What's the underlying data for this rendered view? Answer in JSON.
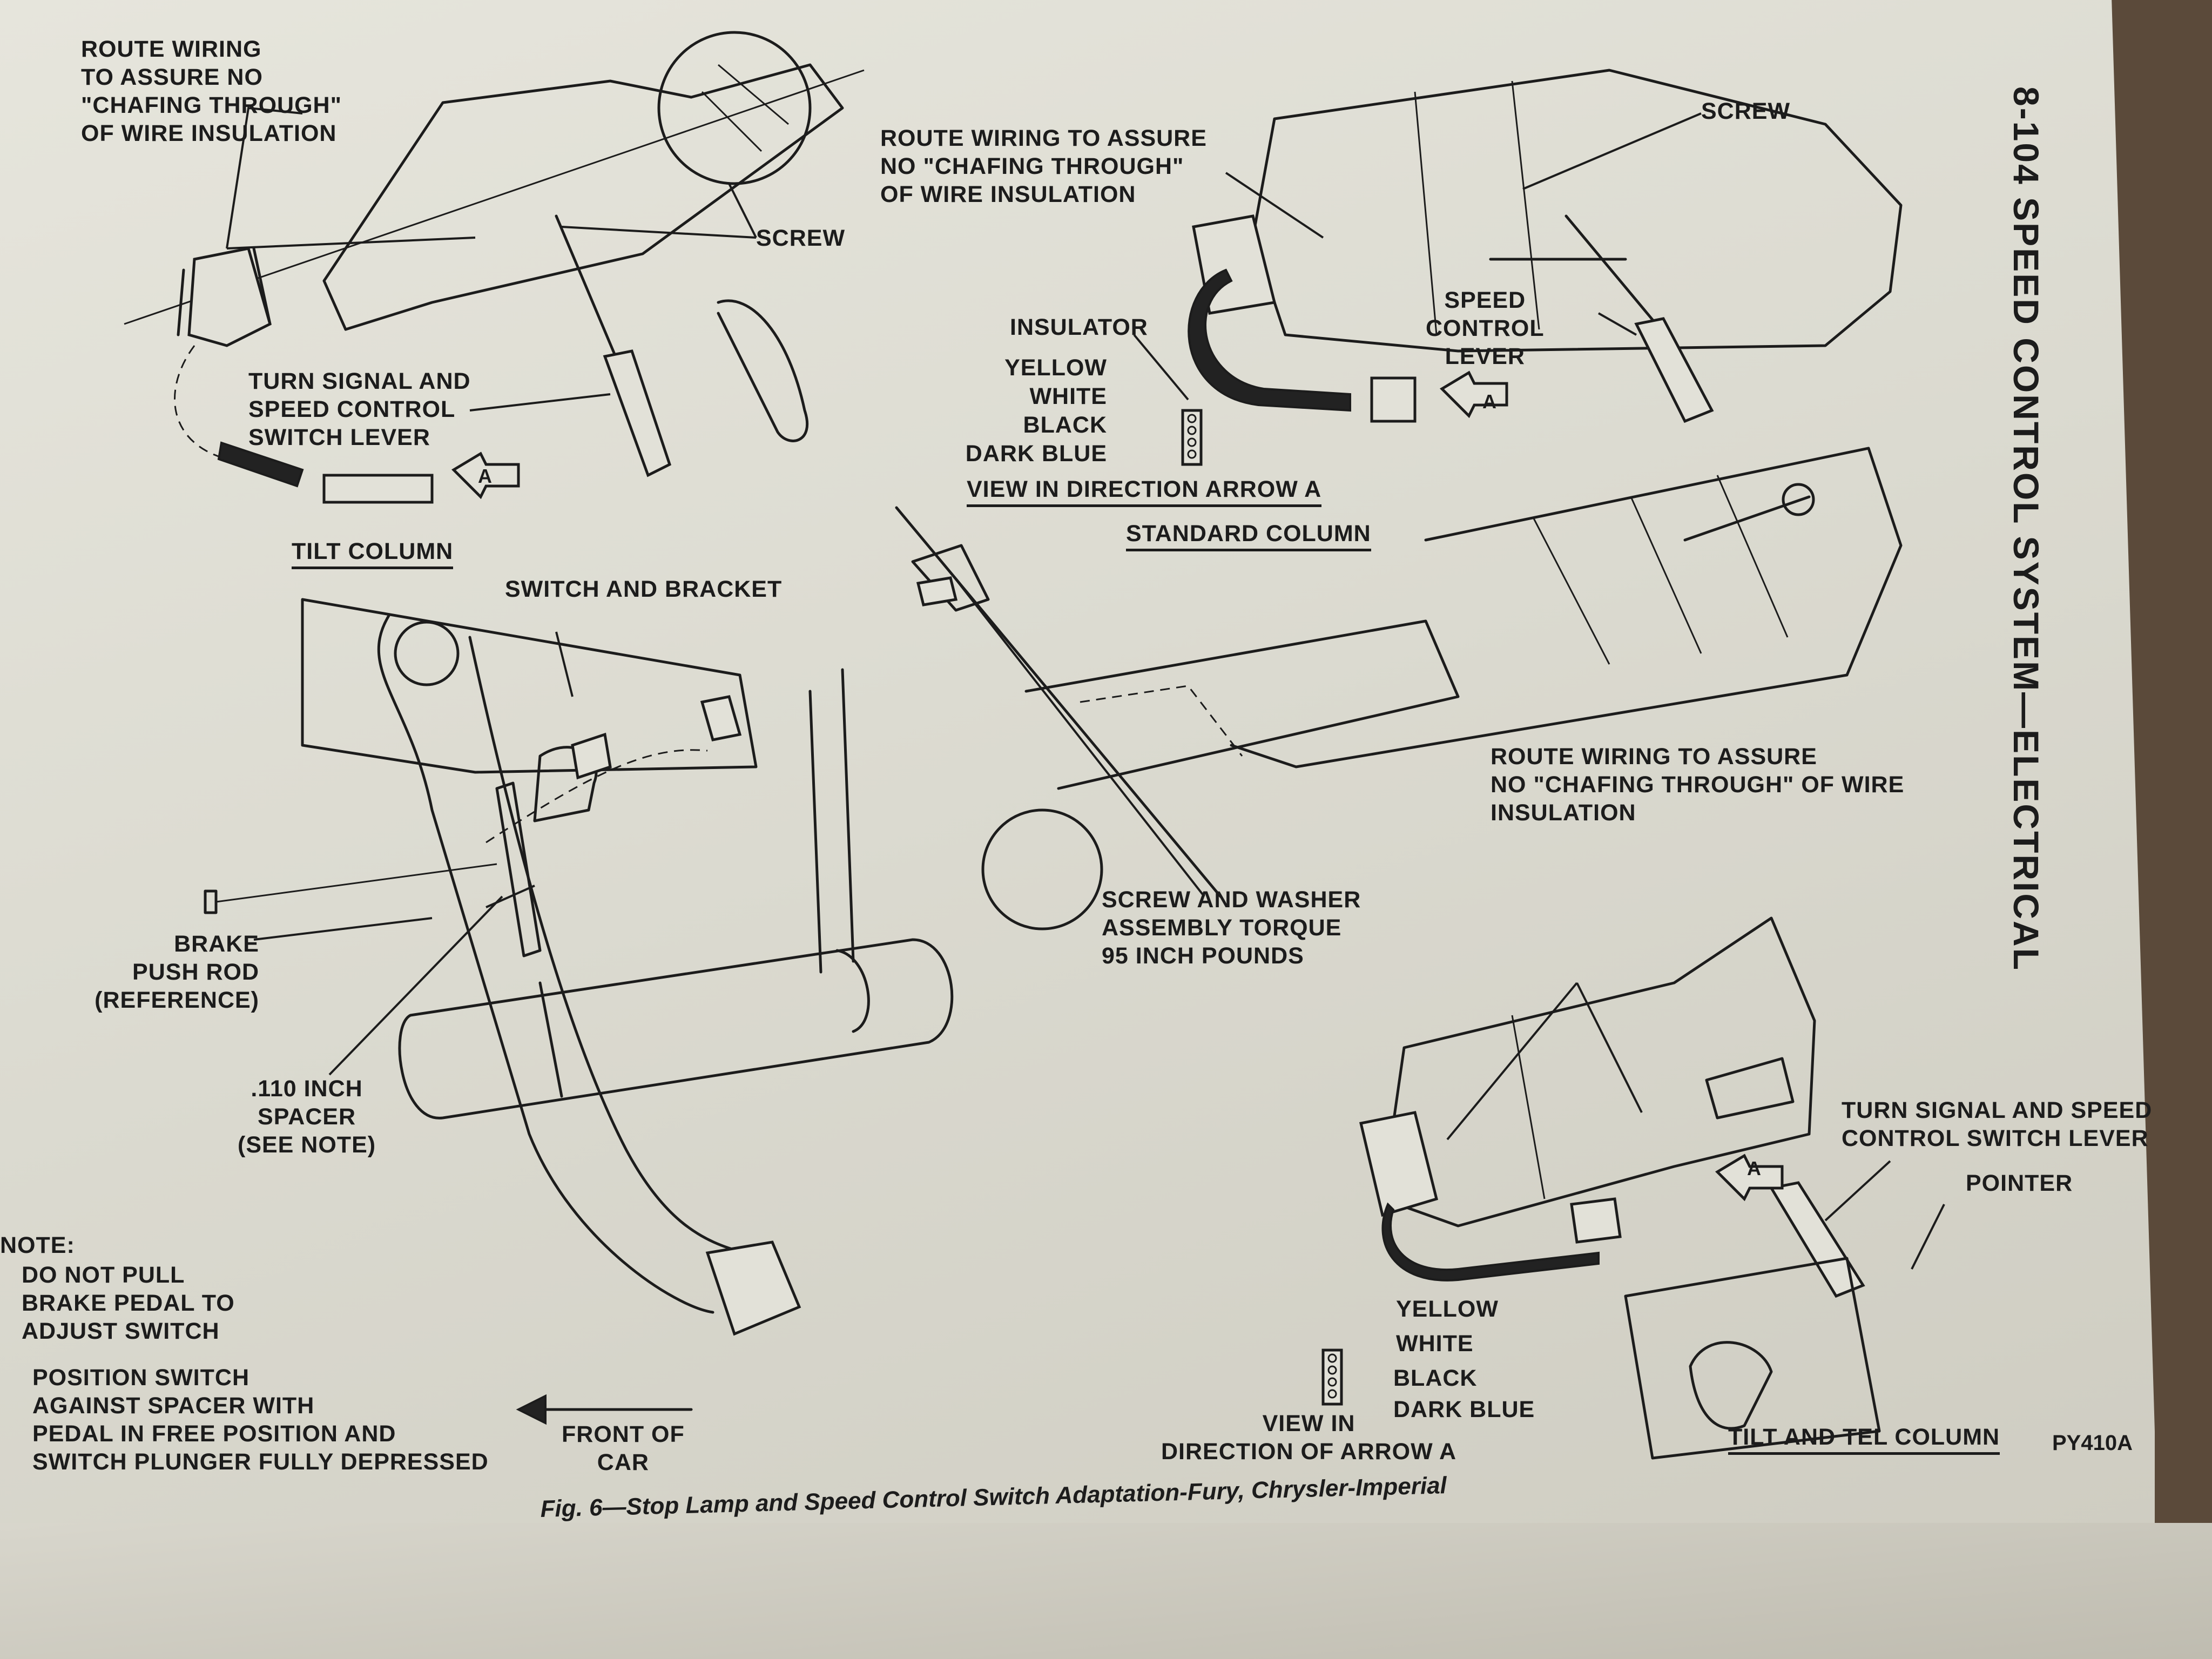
{
  "header": {
    "page_title": "8-104 SPEED CONTROL SYSTEM—ELECTRICAL"
  },
  "figure": {
    "caption": "Fig. 6—Stop Lamp and Speed Control Switch Adaptation-Fury, Chrysler-Imperial",
    "code": "PY410A"
  },
  "tilt_column": {
    "heading": "TILT COLUMN",
    "route_wiring": "ROUTE WIRING\nTO ASSURE NO\n\"CHAFING THROUGH\"\nOF WIRE INSULATION",
    "screw": "SCREW",
    "lever": "TURN SIGNAL AND\nSPEED CONTROL\nSWITCH LEVER",
    "arrow": "A"
  },
  "standard_column": {
    "heading": "STANDARD COLUMN",
    "route_wiring": "ROUTE WIRING TO ASSURE\nNO \"CHAFING THROUGH\"\nOF WIRE INSULATION",
    "screw": "SCREW",
    "lever": "SPEED\nCONTROL\nLEVER",
    "insulator": "INSULATOR",
    "wires": [
      "YELLOW",
      "WHITE",
      "BLACK",
      "DARK BLUE"
    ],
    "view": "VIEW IN DIRECTION ARROW A",
    "arrow": "A"
  },
  "pedal": {
    "switch_bracket": "SWITCH AND BRACKET",
    "brake_rod": "BRAKE\nPUSH ROD\n(REFERENCE)",
    "spacer": ".110 INCH\nSPACER\n(SEE NOTE)",
    "screw_washer": "SCREW AND WASHER\nASSEMBLY TORQUE\n95 INCH POUNDS"
  },
  "note": {
    "title": "NOTE:",
    "line1": "DO NOT PULL\nBRAKE PEDAL TO\nADJUST SWITCH",
    "line2": "POSITION SWITCH\nAGAINST SPACER WITH\nPEDAL IN FREE POSITION AND\nSWITCH PLUNGER FULLY DEPRESSED"
  },
  "front_of_car": "FRONT OF\nCAR",
  "tilt_tel_column": {
    "heading": "TILT AND TEL COLUMN",
    "route_wiring": "ROUTE WIRING TO ASSURE\nNO \"CHAFING THROUGH\" OF WIRE\nINSULATION",
    "lever": "TURN SIGNAL AND SPEED\nCONTROL SWITCH LEVER",
    "pointer": "POINTER",
    "wires": [
      "YELLOW",
      "WHITE",
      "BLACK",
      "DARK BLUE"
    ],
    "view": "VIEW IN\nDIRECTION OF ARROW A",
    "arrow": "A"
  }
}
